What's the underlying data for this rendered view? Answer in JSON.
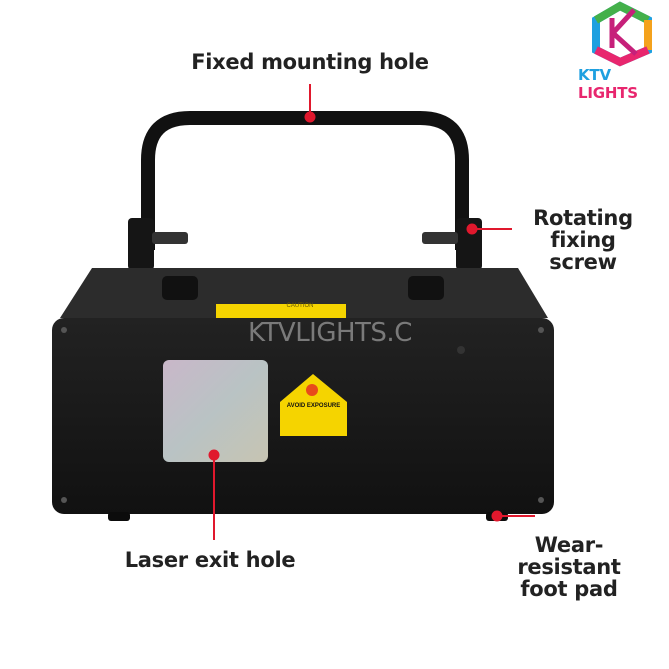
{
  "logo": {
    "text_primary": "KTV",
    "text_secondary": "LIGHTS"
  },
  "watermark": "KTVLIGHTS.C",
  "device_labels": {
    "warning_label": "AVOID EXPOSURE",
    "caution_label": "CAUTION"
  },
  "callouts": [
    {
      "text": "Fixed mounting hole"
    },
    {
      "text_line1": "Rotating fixing",
      "text_line2": "screw"
    },
    {
      "text": "Laser exit hole"
    },
    {
      "text_line1": "Wear-resistant",
      "text_line2": "foot pad"
    }
  ],
  "colors": {
    "marker": "#e0182d",
    "body": "#1a1a1a",
    "label_yellow": "#f5d400",
    "logo_pink": "#e8266e"
  }
}
